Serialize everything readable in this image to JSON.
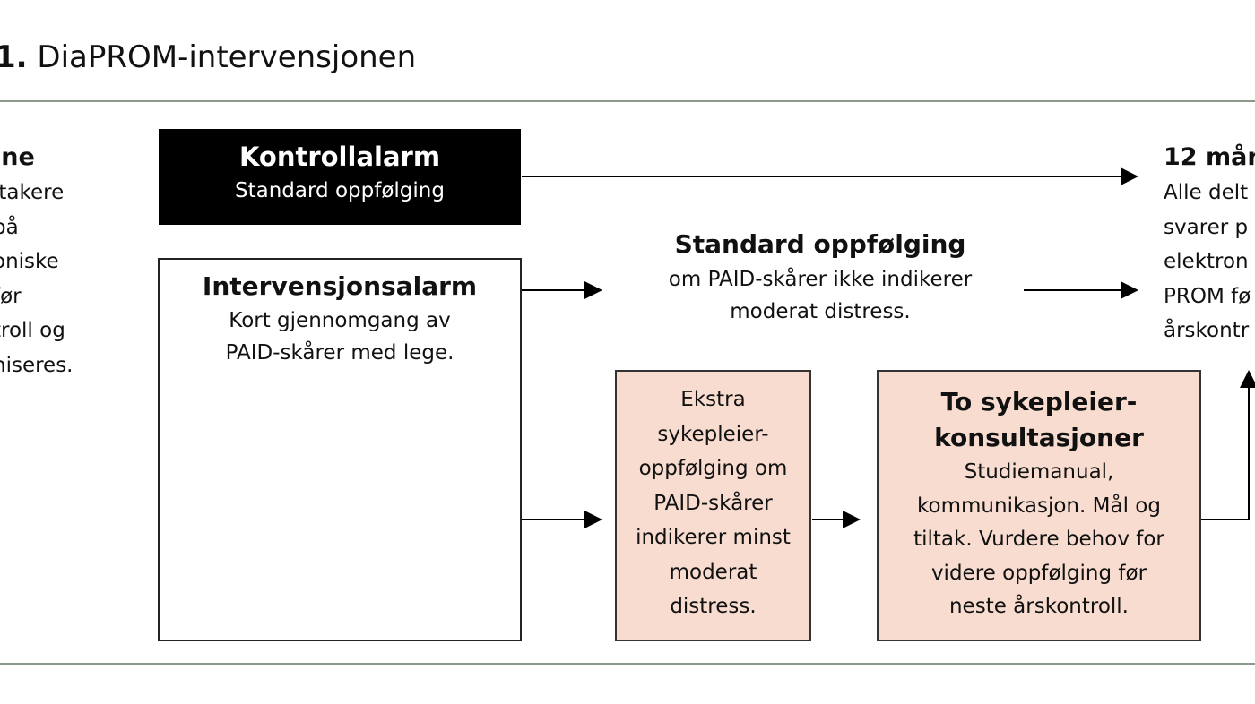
{
  "figure": {
    "title_number": "1.",
    "title_text": "DiaPROM-intervensjonen"
  },
  "left_column": {
    "heading": "ine",
    "lines": [
      "ltakere",
      "på",
      "oniske",
      "før",
      "troll og",
      "niseres."
    ]
  },
  "control_alarm": {
    "title": "Kontrollalarm",
    "subtitle": "Standard oppfølging"
  },
  "intervention_alarm": {
    "title": "Intervensjonsalarm",
    "lines": [
      "Kort gjennomgang av",
      "PAID-skårer med lege."
    ]
  },
  "standard_followup": {
    "title": "Standard oppfølging",
    "lines": [
      "om PAID-skårer ikke indikerer",
      "moderat distress."
    ]
  },
  "extra_nurse": {
    "lines": [
      "Ekstra",
      "sykepleier-",
      "oppfølging om",
      "PAID-skårer",
      "indikerer minst",
      "moderat",
      "distress."
    ]
  },
  "two_consultations": {
    "title_lines": [
      "To sykepleier-",
      "konsultasjoner"
    ],
    "lines": [
      "Studiemanual,",
      "kommunikasjon. Mål og",
      "tiltak. Vurdere behov for",
      "videre oppfølging før",
      "neste årskontroll."
    ]
  },
  "right_column": {
    "heading": "12 mår",
    "lines": [
      "Alle delt",
      "svarer p",
      "elektron",
      "PROM fø",
      "årskontr"
    ]
  },
  "colors": {
    "rule": "#8a998a",
    "control_box": "#000000",
    "pink_box": "#f8dccf"
  }
}
